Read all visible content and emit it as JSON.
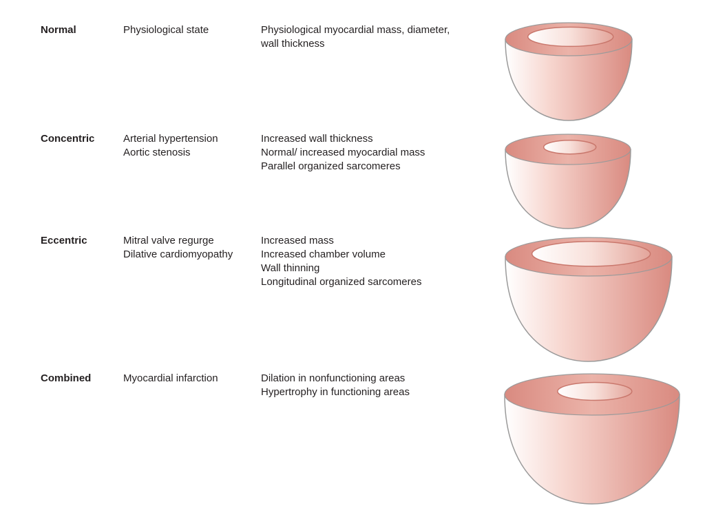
{
  "rows": [
    {
      "type": "Normal",
      "causes": [
        "Physiological state"
      ],
      "features": [
        "Physiological myocardial mass, diameter,",
        "wall thickness"
      ]
    },
    {
      "type": "Concentric",
      "causes": [
        "Arterial hypertension",
        "Aortic stenosis"
      ],
      "features": [
        "Increased wall thickness",
        "Normal/ increased myocardial mass",
        "Parallel organized sarcomeres"
      ]
    },
    {
      "type": "Eccentric",
      "causes": [
        "Mitral valve regurge",
        "Dilative cardiomyopathy"
      ],
      "features": [
        "Increased mass",
        "Increased chamber volume",
        "Wall thinning",
        "Longitudinal organized sarcomeres"
      ]
    },
    {
      "type": "Combined",
      "causes": [
        "Myocardial infarction"
      ],
      "features": [
        "Dilation in nonfunctioning areas",
        "Hypertrophy in functioning areas"
      ]
    }
  ],
  "colors": {
    "pink": "#d98a80",
    "light": "#fdf1ee",
    "outline": "#9a9a9a"
  }
}
